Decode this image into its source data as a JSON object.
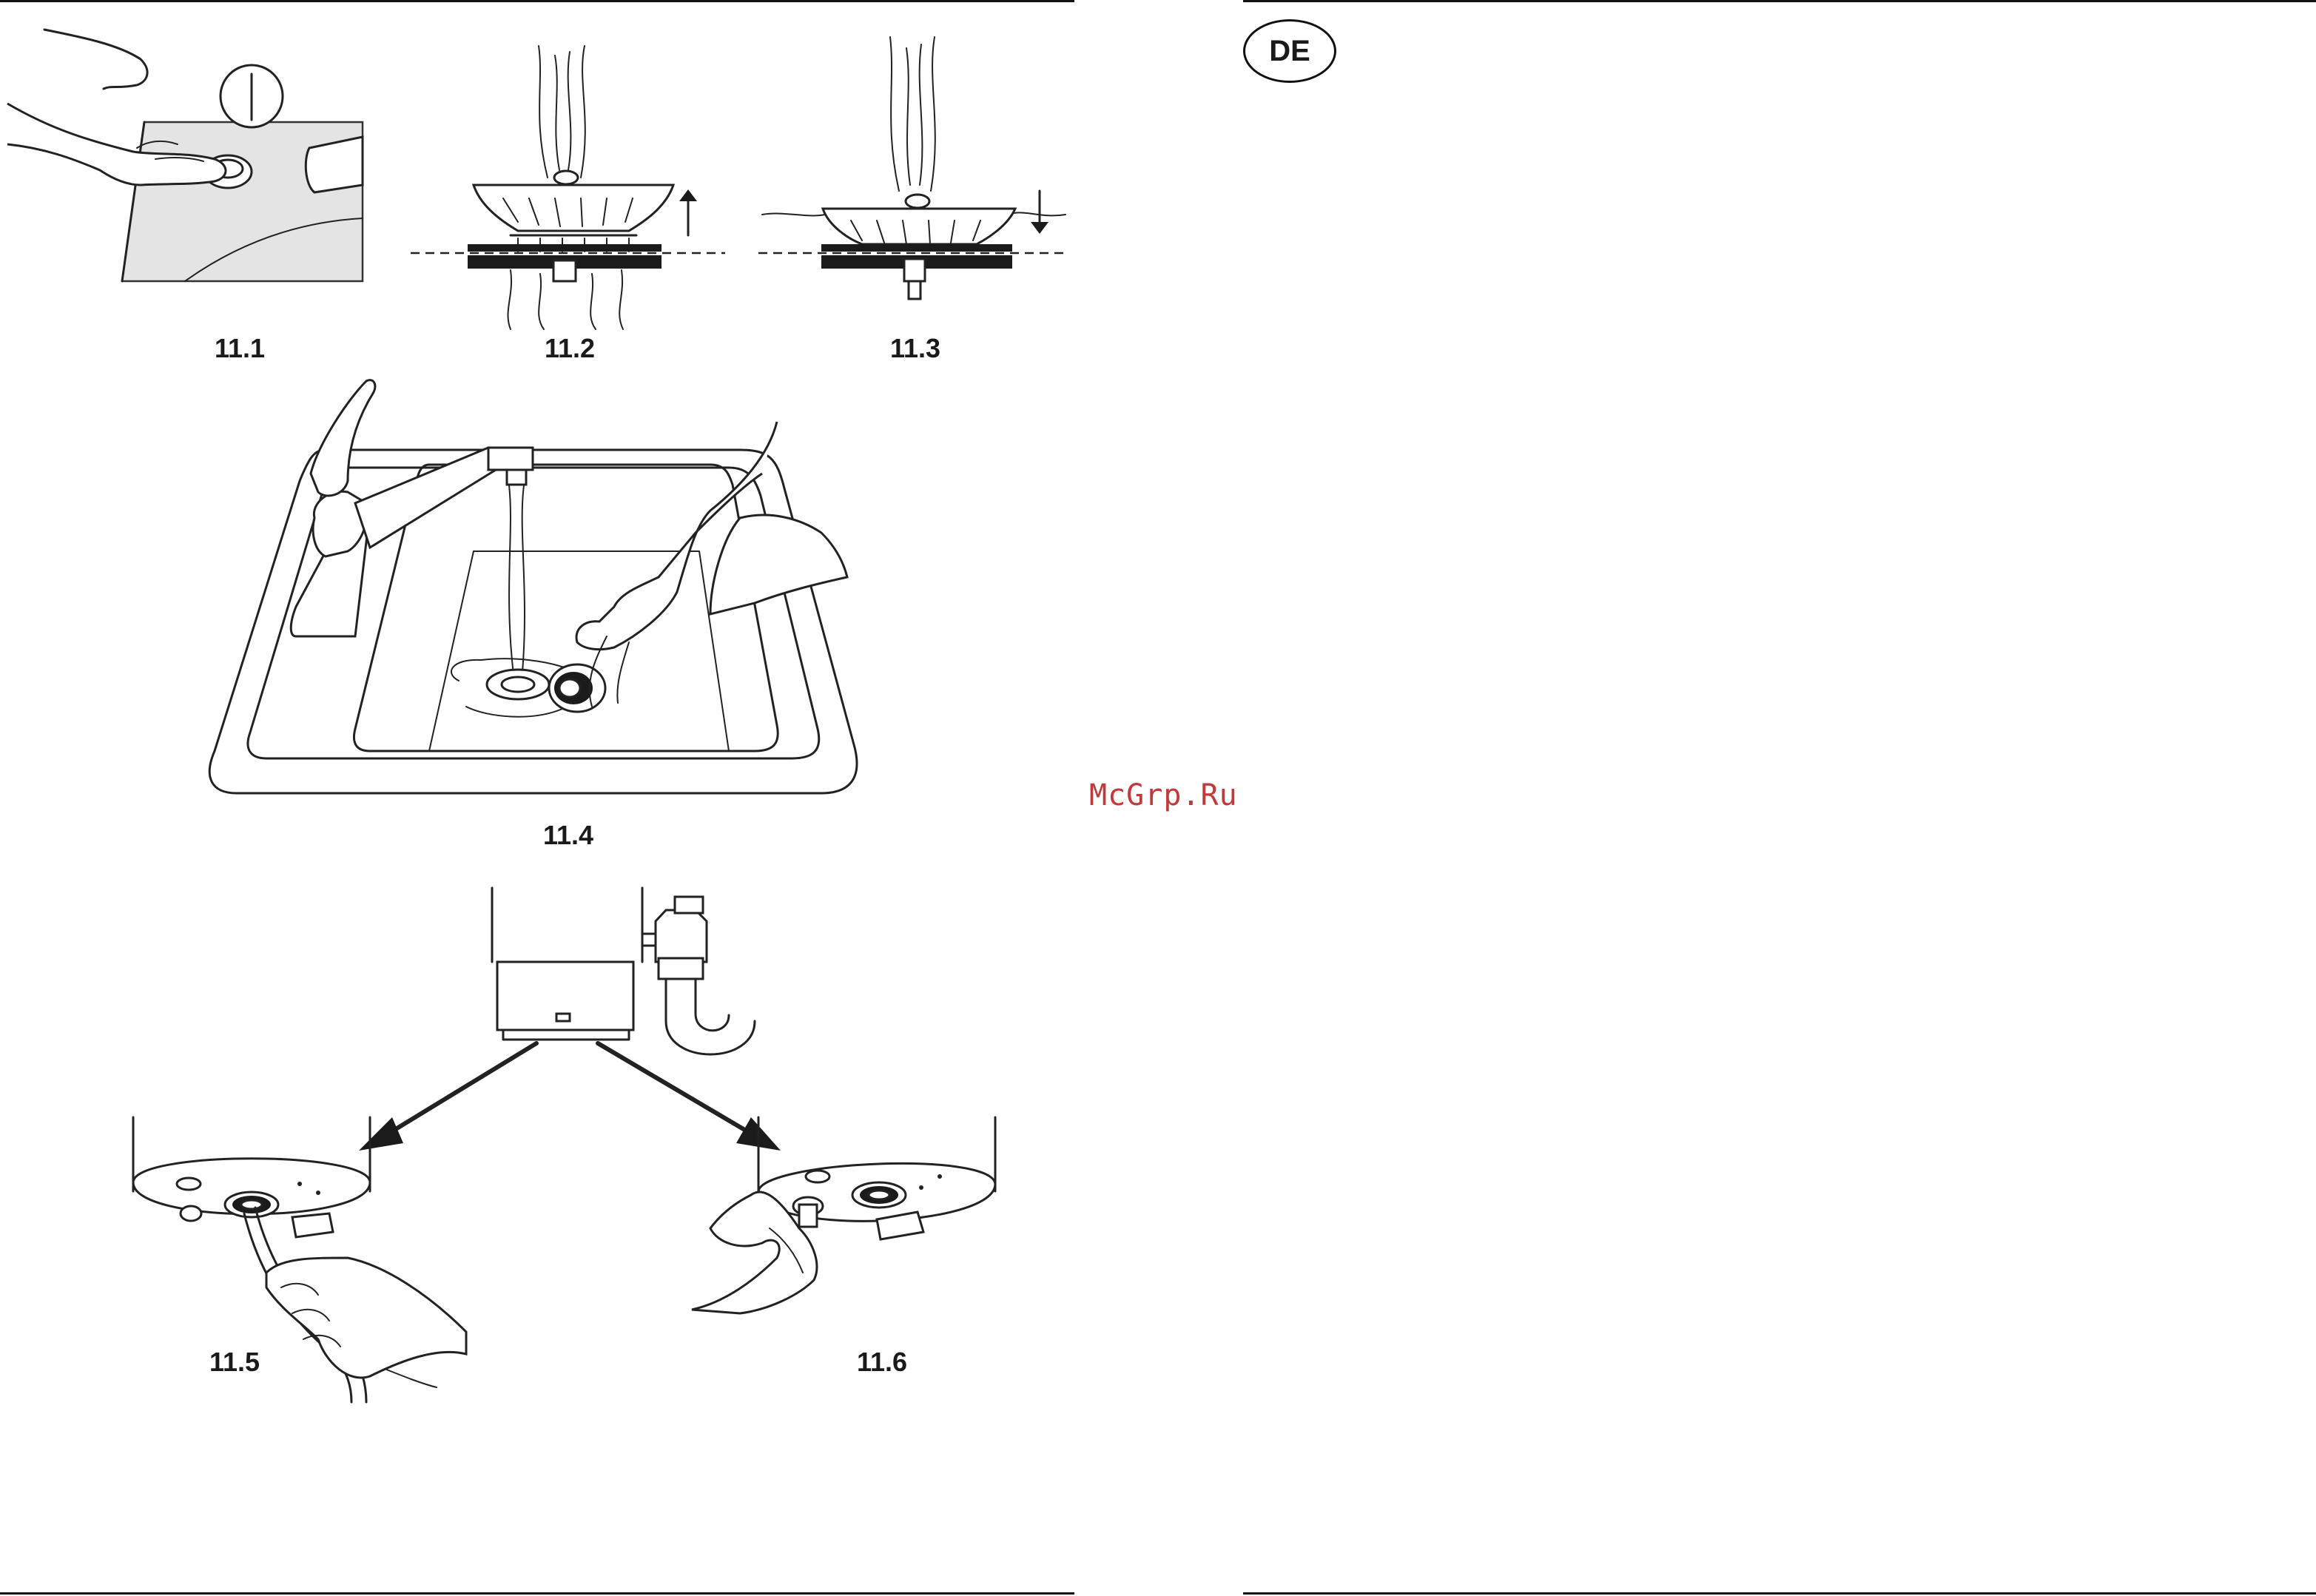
{
  "header": {
    "language_badge": "DE"
  },
  "watermark": "McGrp.Ru",
  "figures": [
    {
      "label": "11.1"
    },
    {
      "label": "11.2"
    },
    {
      "label": "11.3"
    },
    {
      "label": "11.4"
    },
    {
      "label": "11.5"
    },
    {
      "label": "11.6"
    }
  ]
}
